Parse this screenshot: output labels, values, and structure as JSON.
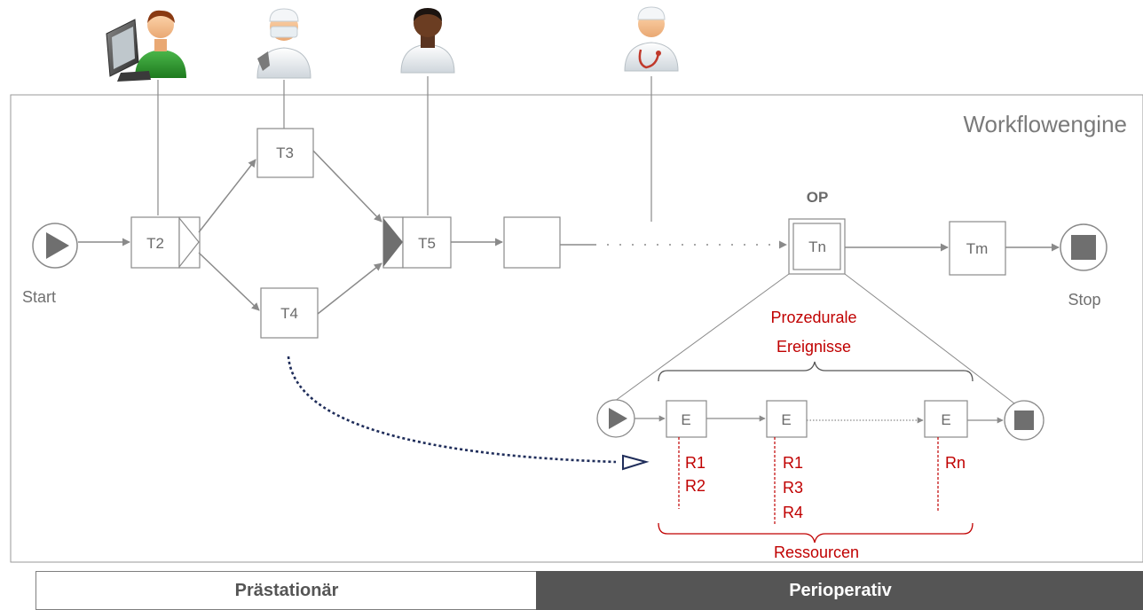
{
  "engine": {
    "label": "Workflowengine"
  },
  "events": {
    "start": "Start",
    "stop": "Stop"
  },
  "tasks": {
    "t2": "T2",
    "t3": "T3",
    "t4": "T4",
    "t5": "T5",
    "tn": "Tn",
    "tm": "Tm"
  },
  "op_label": "OP",
  "subprocess": {
    "title_line1": "Prozedurale",
    "title_line2": "Ereignisse",
    "event_label": "E",
    "resources_label": "Ressourcen",
    "resources_e1": [
      "R1",
      "R2"
    ],
    "resources_e2": [
      "R1",
      "R3",
      "R4"
    ],
    "resources_e3": [
      "Rn"
    ]
  },
  "phases": {
    "left": "Prästationär",
    "right": "Perioperativ"
  },
  "actors": [
    "computer-user-icon",
    "surgeon-icon",
    "staff-icon",
    "doctor-stethoscope-icon"
  ],
  "colors": {
    "gray": "#8a8a8a",
    "text_gray": "#707070",
    "red": "#c00000",
    "navy": "#1f2d5a",
    "dark_gray": "#555555"
  }
}
